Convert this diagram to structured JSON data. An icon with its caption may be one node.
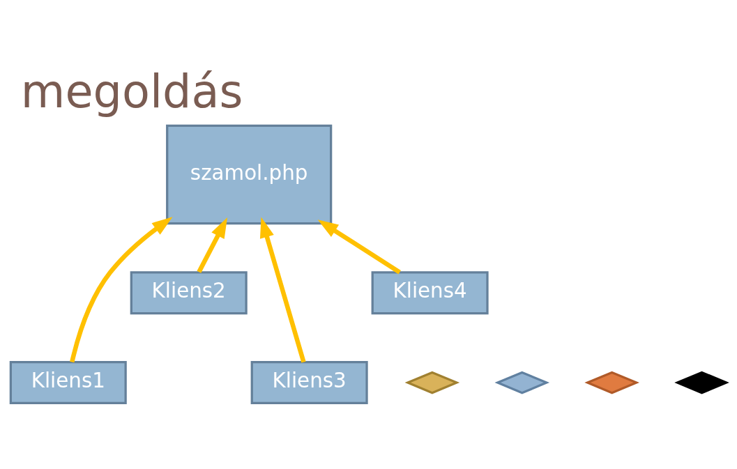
{
  "diagram": {
    "title": "megoldás",
    "nodes": [
      {
        "text": [
          "szamol.php"
        ]
      },
      {
        "text": [
          "Kliens1"
        ]
      },
      {
        "text": [
          "Kliens2"
        ]
      },
      {
        "text": [
          "Kliens3"
        ]
      },
      {
        "text": [
          "Kliens4"
        ]
      },
      {
        "text": [],
        "shape": "diamond"
      },
      {
        "text": [],
        "shape": "diamond"
      },
      {
        "text": [],
        "shape": "diamond"
      },
      {
        "text": [],
        "shape": "diamond"
      }
    ],
    "edges": [
      {
        "from": 1,
        "to": 0,
        "arrow": "to"
      },
      {
        "from": 2,
        "to": 0,
        "arrow": "to"
      },
      {
        "from": 3,
        "to": 0,
        "arrow": "to"
      },
      {
        "from": 4,
        "to": 0,
        "arrow": "to"
      }
    ]
  }
}
